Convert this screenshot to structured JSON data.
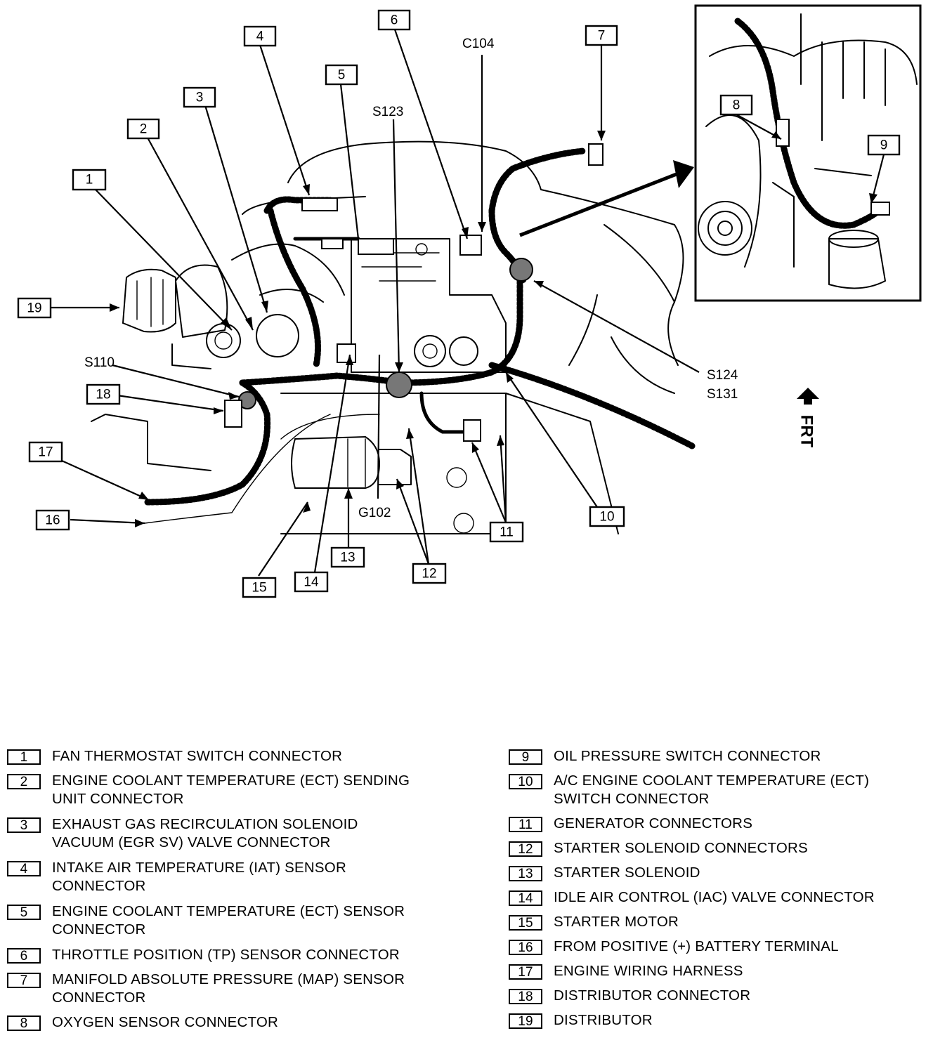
{
  "callouts": [
    "1",
    "2",
    "3",
    "4",
    "5",
    "6",
    "7",
    "8",
    "9",
    "10",
    "11",
    "12",
    "13",
    "14",
    "15",
    "16",
    "17",
    "18",
    "19"
  ],
  "splice_labels": {
    "c104": "C104",
    "s123": "S123",
    "s110": "S110",
    "s124": "S124",
    "s131": "S131",
    "g102": "G102"
  },
  "front_indicator": "FRT",
  "legend": [
    {
      "num": "1",
      "text": "FAN THERMOSTAT SWITCH CONNECTOR"
    },
    {
      "num": "2",
      "text": "ENGINE COOLANT TEMPERATURE (ECT) SENDING\nUNIT CONNECTOR"
    },
    {
      "num": "3",
      "text": "EXHAUST GAS RECIRCULATION SOLENOID\nVACUUM (EGR SV) VALVE CONNECTOR"
    },
    {
      "num": "4",
      "text": "INTAKE AIR TEMPERATURE (IAT) SENSOR\nCONNECTOR"
    },
    {
      "num": "5",
      "text": "ENGINE COOLANT TEMPERATURE (ECT) SENSOR\nCONNECTOR"
    },
    {
      "num": "6",
      "text": "THROTTLE POSITION (TP) SENSOR CONNECTOR"
    },
    {
      "num": "7",
      "text": "MANIFOLD ABSOLUTE PRESSURE (MAP) SENSOR\nCONNECTOR"
    },
    {
      "num": "8",
      "text": "OXYGEN SENSOR CONNECTOR"
    },
    {
      "num": "9",
      "text": "OIL PRESSURE SWITCH CONNECTOR"
    },
    {
      "num": "10",
      "text": "A/C ENGINE COOLANT TEMPERATURE (ECT)\nSWITCH CONNECTOR"
    },
    {
      "num": "11",
      "text": "GENERATOR CONNECTORS"
    },
    {
      "num": "12",
      "text": "STARTER SOLENOID CONNECTORS"
    },
    {
      "num": "13",
      "text": "STARTER SOLENOID"
    },
    {
      "num": "14",
      "text": "IDLE AIR CONTROL (IAC) VALVE CONNECTOR"
    },
    {
      "num": "15",
      "text": "STARTER MOTOR"
    },
    {
      "num": "16",
      "text": "FROM POSITIVE (+) BATTERY TERMINAL"
    },
    {
      "num": "17",
      "text": "ENGINE WIRING HARNESS"
    },
    {
      "num": "18",
      "text": "DISTRIBUTOR CONNECTOR"
    },
    {
      "num": "19",
      "text": "DISTRIBUTOR"
    }
  ]
}
